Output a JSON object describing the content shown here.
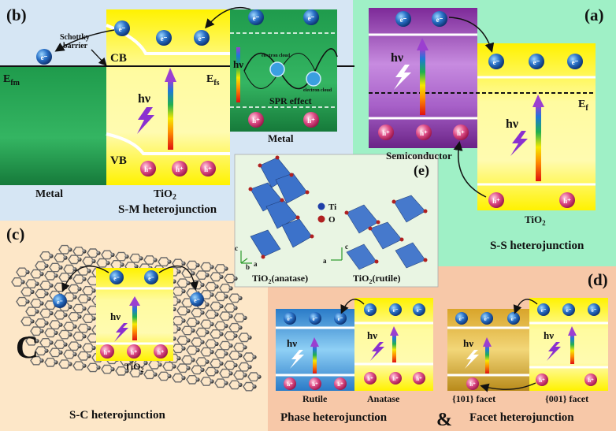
{
  "panel_b": {
    "label": "(b)",
    "schottky": [
      "Schottky",
      "barrier"
    ],
    "cb": "CB",
    "vb": "VB",
    "efm": "E",
    "efm_sub": "fm",
    "efs": "E",
    "efs_sub": "fs",
    "hv": "hν",
    "metal_label": "Metal",
    "tio2_label": "TiO",
    "tio2_sub": "2",
    "title": "S-M heterojunction",
    "inset": {
      "hv": "hν",
      "cloud_top": "electron cloud",
      "cloud_bottom": "electron cloud",
      "spr": "SPR effect",
      "caption": "Metal"
    }
  },
  "panel_a": {
    "label": "(a)",
    "ef": "E",
    "ef_sub": "f",
    "hv_semi": "hν",
    "hv_tio2": "hν",
    "semiconductor_label": "Semiconductor",
    "tio2_label": "TiO",
    "tio2_sub": "2",
    "title": "S-S heterojunction"
  },
  "panel_e": {
    "label": "(e)",
    "legend_ti": "Ti",
    "legend_o": "O",
    "anatase_caption": "TiO",
    "anatase_sub": "2",
    "anatase_tail": "(anatase)",
    "rutile_caption": "TiO",
    "rutile_sub": "2",
    "rutile_tail": "(rutile)",
    "axis_a": "a",
    "axis_b": "b",
    "axis_c": "c"
  },
  "panel_c": {
    "label": "(c)",
    "big_c": "C",
    "hv": "hν",
    "tio2_label": "TiO",
    "tio2_sub": "2",
    "title": "S-C heterojunction"
  },
  "panel_d": {
    "label": "(d)",
    "hv": "hν",
    "rutile": "Rutile",
    "anatase": "Anatase",
    "facet101": "{101} facet",
    "facet001": "{001} facet",
    "title_phase": "Phase heterojunction",
    "amp": "&",
    "title_facet": "Facet heterojunction"
  },
  "symbols": {
    "electron": "e⁻",
    "hole": "h⁺"
  },
  "colors": {
    "panel_b_bg": "#d6e6f4",
    "panel_a_bg": "#9ff0c6",
    "panel_c_bg": "#fde7c8",
    "panel_d_bg": "#f7c8a8",
    "panel_e_bg": "#e9f5e3",
    "tio2_yellow": "#fff200",
    "metal_green": "#1f9b4c",
    "semi_purple": "#8e3aa6",
    "electron_blue": "#1f5fb8",
    "hole_pink": "#d8306c"
  }
}
